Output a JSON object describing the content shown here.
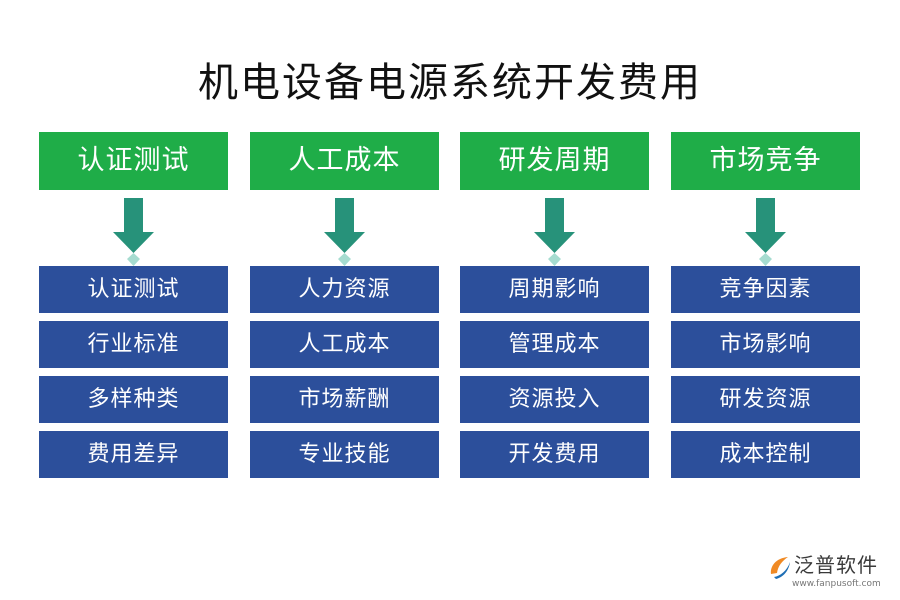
{
  "title": "机电设备电源系统开发费用",
  "colors": {
    "header": "#1fad48",
    "item": "#2c4f9b",
    "arrow": "#27927a",
    "logo_orange": "#f08a24",
    "logo_blue": "#1f6fb5"
  },
  "columns": [
    {
      "header": "认证测试",
      "items": [
        "认证测试",
        "行业标准",
        "多样种类",
        "费用差异"
      ]
    },
    {
      "header": "人工成本",
      "items": [
        "人力资源",
        "人工成本",
        "市场薪酬",
        "专业技能"
      ]
    },
    {
      "header": "研发周期",
      "items": [
        "周期影响",
        "管理成本",
        "资源投入",
        "开发费用"
      ]
    },
    {
      "header": "市场竞争",
      "items": [
        "竞争因素",
        "市场影响",
        "研发资源",
        "成本控制"
      ]
    }
  ],
  "logo": {
    "name": "泛普软件",
    "url": "www.fanpusoft.com",
    "icon": "fanpu-logo-icon"
  }
}
